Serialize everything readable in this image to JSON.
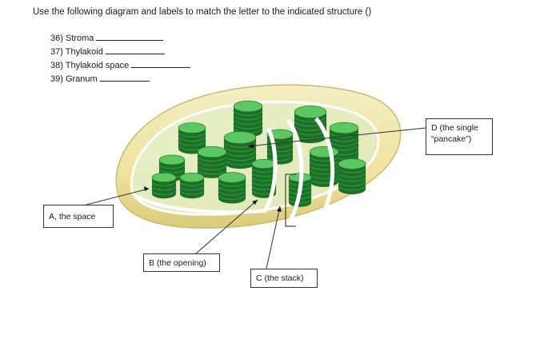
{
  "instruction": "Use the following diagram and labels to match the letter to the indicated structure ()",
  "questions": [
    {
      "text": "36) Stroma"
    },
    {
      "text": "37) Thylakoid"
    },
    {
      "text": "38) Thylakoid space"
    },
    {
      "text": "39) Granum"
    }
  ],
  "labels": {
    "a": "A, the space",
    "b": "B (the opening)",
    "c": "C (the stack)",
    "d": "D (the single “pancake”)"
  },
  "colors": {
    "outer_membrane": "#f2eaa8",
    "stroma": "#f7f3cf",
    "thylakoid": "#2e9a3a",
    "thylakoid_dark": "#1d6e27",
    "thylakoid_light": "#5cc862"
  }
}
